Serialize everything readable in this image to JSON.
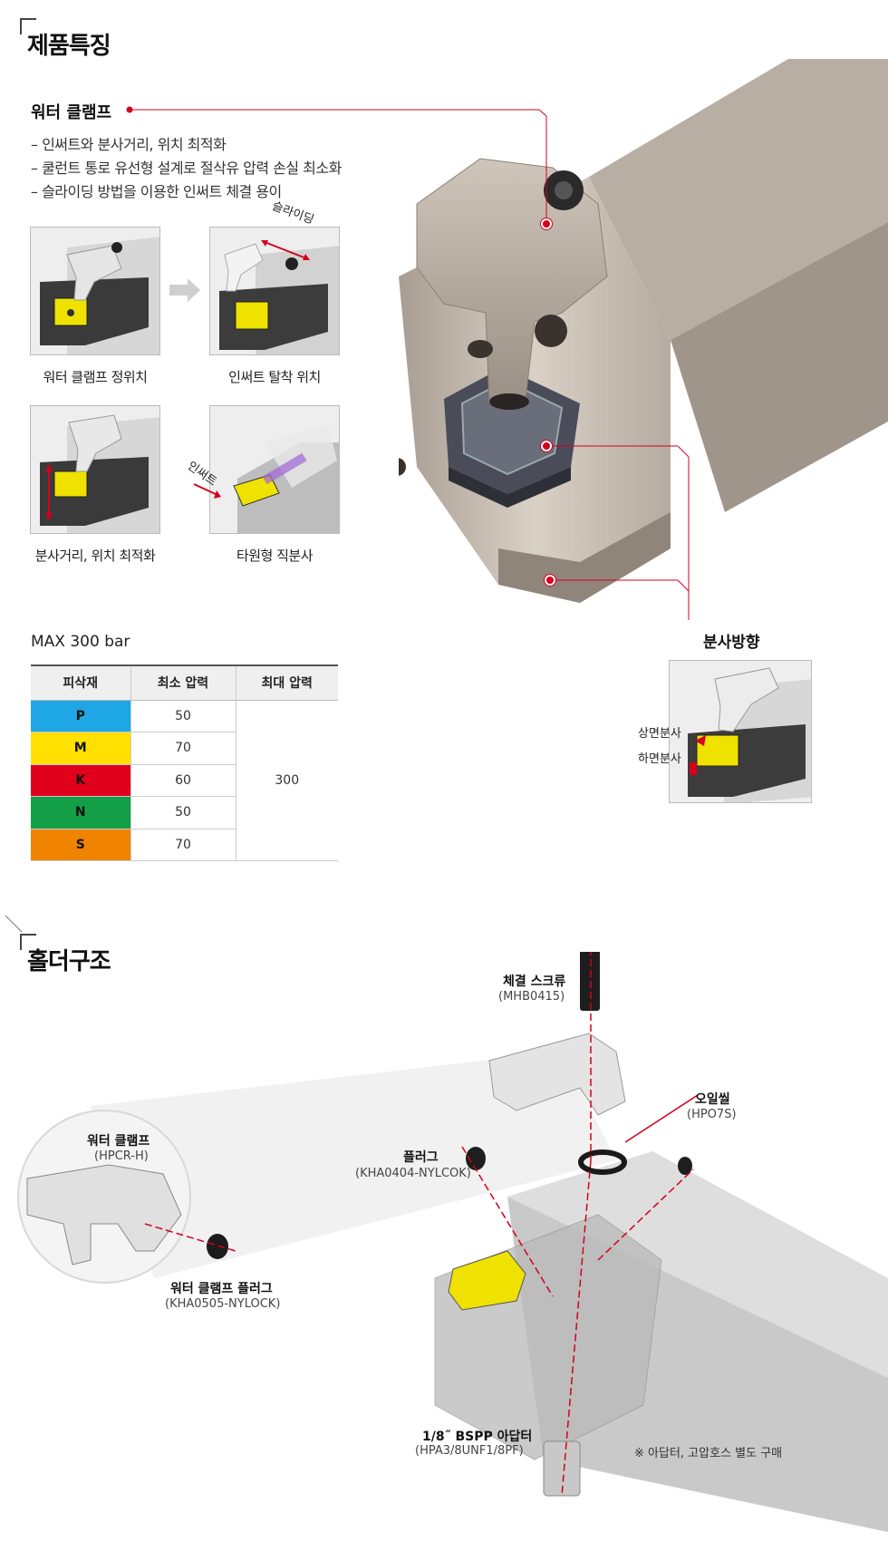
{
  "section1": {
    "title": "제품특징"
  },
  "features": {
    "title": "워터 클램프",
    "items": [
      "– 인써트와 분사거리, 위치 최적화",
      "– 쿨런트 통로 유선형 설계로 절삭유 압력 손실 최소화",
      "– 슬라이딩 방법을 이용한 인써트 체결 용이"
    ]
  },
  "thumbs": {
    "t1": "워터 클램프 정위치",
    "t2": "인써트 탈착 위치",
    "t2_tag": "슬라이딩",
    "t3": "분사거리, 위치 최적화",
    "t4": "타원형 직분사",
    "t4_tag": "인써트"
  },
  "spray": {
    "title": "분사방향",
    "top": "상면분사",
    "bottom": "하면분사"
  },
  "pressure": {
    "title": "MAX 300 bar",
    "headers": [
      "피삭재",
      "최소 압력",
      "최대 압력"
    ],
    "rows": [
      {
        "mat": "P",
        "min": "50",
        "color": "#1ea7e4"
      },
      {
        "mat": "M",
        "min": "70",
        "color": "#ffe000"
      },
      {
        "mat": "K",
        "min": "60",
        "color": "#e0001b"
      },
      {
        "mat": "N",
        "min": "50",
        "color": "#139f48"
      },
      {
        "mat": "S",
        "min": "70",
        "color": "#f08300"
      }
    ],
    "max": "300"
  },
  "section2": {
    "title": "홀더구조"
  },
  "parts": {
    "screw": {
      "name": "체결 스크류",
      "code": "(MHB0415)"
    },
    "seal": {
      "name": "오일씰",
      "code": "(HPO7S)"
    },
    "plug": {
      "name": "플러그",
      "code": "(KHA0404-NYLCOK)"
    },
    "clamp": {
      "name": "워터 클램프",
      "code": "(HPCR-H)"
    },
    "clamp_plug": {
      "name": "워터 클램프 플러그",
      "code": "(KHA0505-NYLOCK)"
    },
    "adapter": {
      "name": "1/8˝ BSPP 아답터",
      "code": "(HPA3/8UNF1/8PF)"
    }
  },
  "note": "※ 아답터, 고압호스 별도 구매",
  "colors": {
    "accent": "#d4001e",
    "body": "#c9bfb4"
  }
}
